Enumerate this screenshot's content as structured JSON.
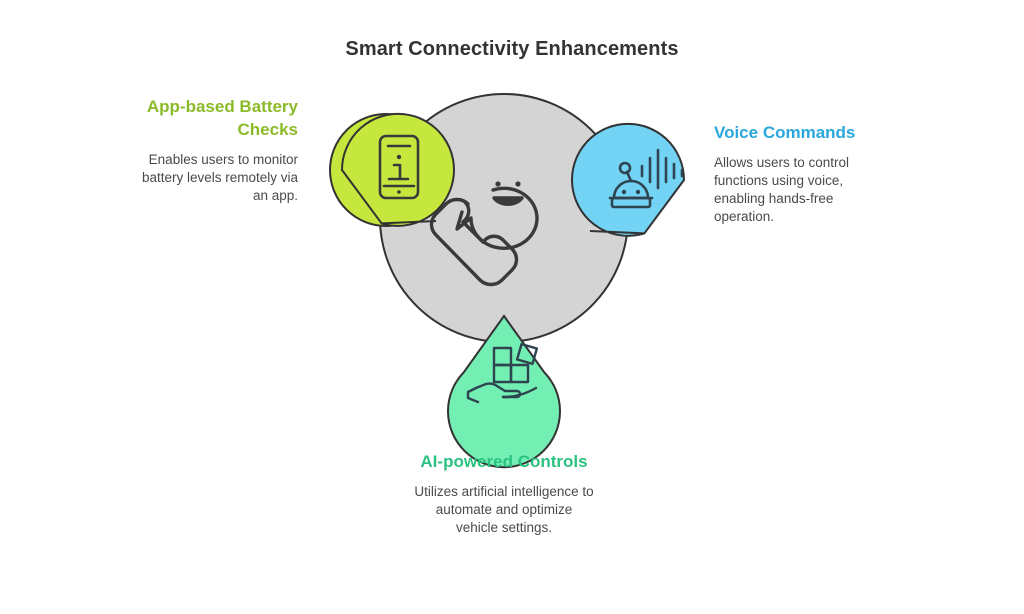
{
  "title": "Smart Connectivity Enhancements",
  "colors": {
    "title_text": "#333333",
    "body_text": "#4a4a4a",
    "center_circle_fill": "#d4d4d4",
    "outline": "#333333",
    "node_green": "#c6e83e",
    "node_blue": "#72d3f5",
    "node_mint": "#74efb4",
    "heading_green": "#8cbb2a",
    "heading_blue": "#2aa7dc",
    "heading_mint": "#2bc17f"
  },
  "center": {
    "icon": "phone-speech-bubble-icon"
  },
  "nodes": [
    {
      "id": "app-based-battery-checks",
      "heading": "App-based Battery Checks",
      "body": "Enables users to monitor battery levels remotely via an app.",
      "icon": "smartphone-info-icon",
      "color": "#c6e83e",
      "heading_color": "#8cbb2a",
      "position": "left"
    },
    {
      "id": "voice-commands",
      "heading": "Voice Commands",
      "body": "Allows users to control functions using voice, enabling hands-free operation.",
      "icon": "voice-assistant-soundwave-icon",
      "color": "#72d3f5",
      "heading_color": "#2aa7dc",
      "position": "right"
    },
    {
      "id": "ai-powered-controls",
      "heading": "AI-powered Controls",
      "body": "Utilizes artificial intelligence to automate and optimize vehicle settings.",
      "icon": "hand-holding-blocks-icon",
      "color": "#74efb4",
      "heading_color": "#2bc17f",
      "position": "bottom"
    }
  ]
}
